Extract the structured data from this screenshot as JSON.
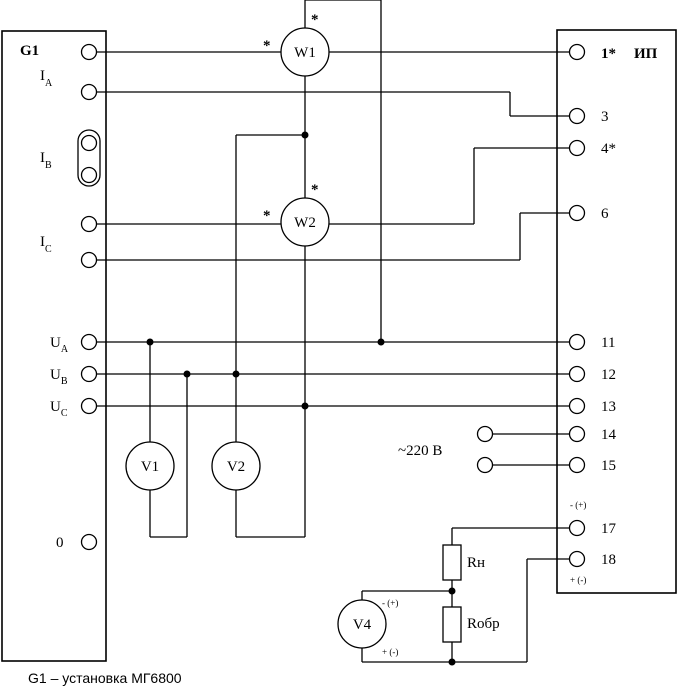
{
  "g1": {
    "title": "G1",
    "terms": {
      "ia": "I",
      "ia_sub": "A",
      "ib": "I",
      "ib_sub": "B",
      "ic": "I",
      "ic_sub": "C",
      "ua": "U",
      "ua_sub": "A",
      "ub": "U",
      "ub_sub": "B",
      "uc": "U",
      "uc_sub": "C",
      "zero": "0"
    }
  },
  "ip": {
    "title": "ИП",
    "terms": [
      "1*",
      "3",
      "4*",
      "6",
      "11",
      "12",
      "13",
      "14",
      "15",
      "17",
      "18"
    ],
    "pol_top": "- (+)",
    "pol_bottom": "+ (-)"
  },
  "meters": {
    "w1": "W1",
    "w2": "W2",
    "v1": "V1",
    "v2": "V2",
    "v4": "V4",
    "v4_pol_top": "- (+)",
    "v4_pol_bottom": "+ (-)"
  },
  "markers": {
    "star": "*"
  },
  "resistors": {
    "rn": "Rн",
    "robr": "Rобр"
  },
  "supply": "~220 В",
  "caption": "G1 – установка МГ6800"
}
